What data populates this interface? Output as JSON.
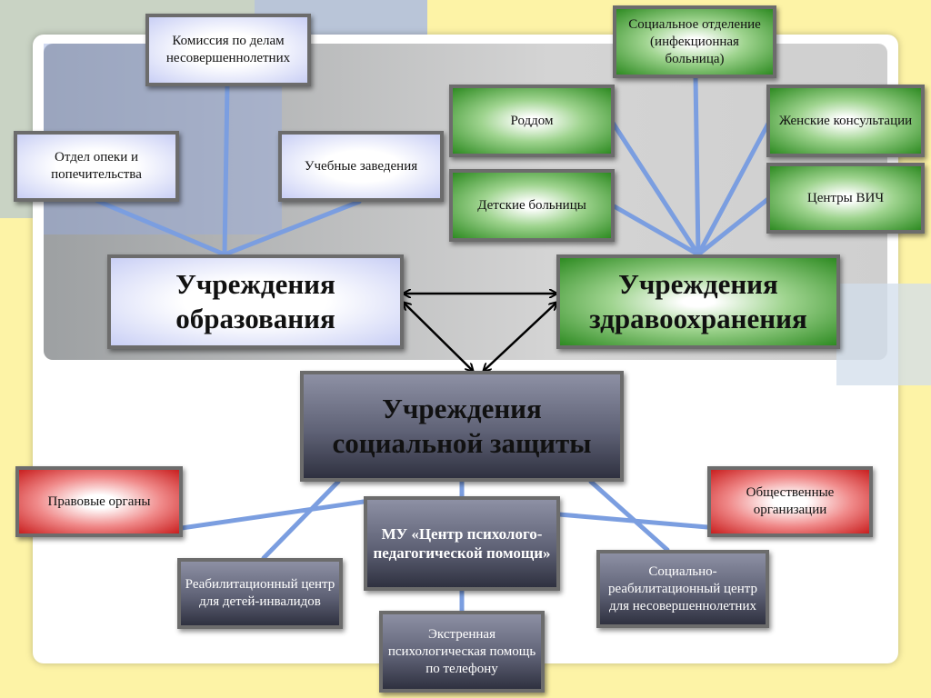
{
  "diagram": {
    "education": {
      "title": "Учреждения образования",
      "children": [
        "Комиссия по делам несовершеннолетних",
        "Отдел опеки и попечительства",
        "Учебные заведения"
      ]
    },
    "health": {
      "title": "Учреждения здравоохранения",
      "children": [
        "Социальное отделение (инфекционная больница)",
        "Роддом",
        "Женские консультации",
        "Детские больницы",
        "Центры ВИЧ"
      ]
    },
    "social": {
      "title": "Учреждения социальной защиты",
      "center": "МУ «Центр психолого-педагогической помощи»",
      "children": [
        "Правовые органы",
        "Общественные организации",
        "Реабилитационный центр для детей-инвалидов",
        "Социально-реабилитационный центр для несовершеннолетних",
        "Экстренная психологическая помощь по телефону"
      ]
    }
  },
  "colors": {
    "background": "#fdf3a6",
    "panel": "#a8a8a8",
    "connector": "#7b9ee0",
    "arrow": "#000000",
    "education": "#c9cff5",
    "health": "#2e8b22",
    "social": "#4a4d60",
    "external": "#c91f1f"
  }
}
